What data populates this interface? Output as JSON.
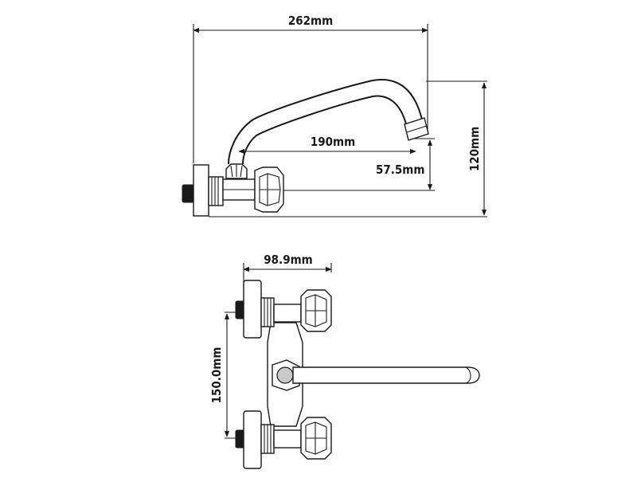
{
  "dimensions": {
    "overall_length": "262mm",
    "spout_reach": "190mm",
    "outlet_height": "57.5mm",
    "overall_height": "120mm",
    "depth": "98.9mm",
    "centers": "150.0mm"
  },
  "colors": {
    "line": "#1a1a1a",
    "background": "#ffffff",
    "shade": "#c9c9c9"
  }
}
